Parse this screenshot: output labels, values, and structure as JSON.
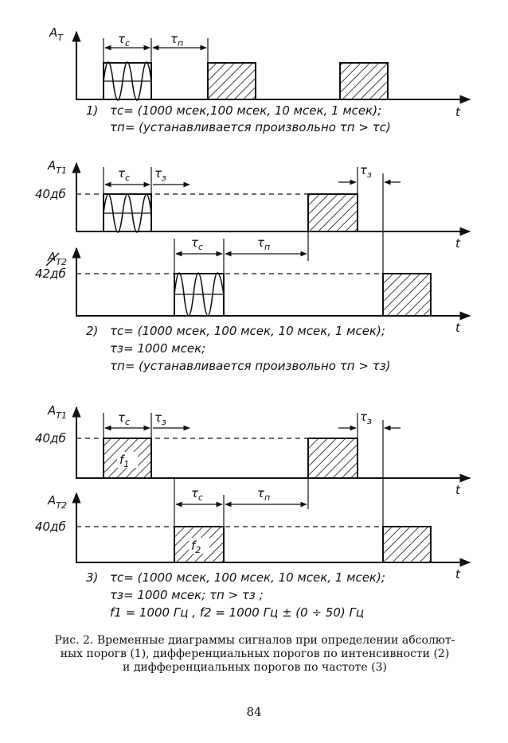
{
  "diagram1": {
    "y_axis": "A",
    "y_axis_sub": "T",
    "x_axis": "t",
    "tau_c": "τ",
    "tau_c_sub": "c",
    "tau_p": "τ",
    "tau_p_sub": "п",
    "num": "1)",
    "line1": "τc= (1000 мсек,100 мсек, 10 мсек, 1 мсек);",
    "line2": "τп= (устанавливается произвольно τп > τc)"
  },
  "diagram2": {
    "y_axis_top": "A",
    "y_axis_top_sub": "T1",
    "y_axis_bottom": "A",
    "y_axis_bottom_sub": "T2",
    "level_top": "40дб",
    "level_bottom": "42дб",
    "x_axis": "t",
    "tau_c": "τ",
    "tau_c_sub": "c",
    "tau_z": "τ",
    "tau_z_sub": "з",
    "tau_p": "τ",
    "tau_p_sub": "п",
    "num": "2)",
    "line1": "τc= (1000 мсек, 100 мсек, 10 мсек, 1 мсек);",
    "line2": "τз= 1000 мсек;",
    "line3": "τп= (устанавливается произвольно τп > τз)"
  },
  "diagram3": {
    "y_axis_top": "A",
    "y_axis_top_sub": "T1",
    "y_axis_bottom": "A",
    "y_axis_bottom_sub": "T2",
    "level_top": "40дб",
    "level_bottom": "40дб",
    "x_axis": "t",
    "tau_c": "τ",
    "tau_c_sub": "c",
    "tau_z": "τ",
    "tau_z_sub": "з",
    "tau_p": "τ",
    "tau_p_sub": "п",
    "f1": "f",
    "f1_sub": "1",
    "f2": "f",
    "f2_sub": "2",
    "num": "3)",
    "line1": "τc= (1000 мсек, 100 мсек, 10 мсек, 1 мсек);",
    "line2": "τз= 1000 мсек;   τп > τз ;",
    "line3": "f1 = 1000 Гц ,  f2 = 1000 Гц ± (0 ÷ 50) Гц"
  },
  "caption": {
    "line1": "Рис. 2. Временные диаграммы сигналов при определении абсолют-",
    "line2": "ных  порогв  (1), дифференциальных порогов по интенсивности (2)",
    "line3": "и дифференциальных порогов по частоте (3)"
  },
  "page_number": "84"
}
